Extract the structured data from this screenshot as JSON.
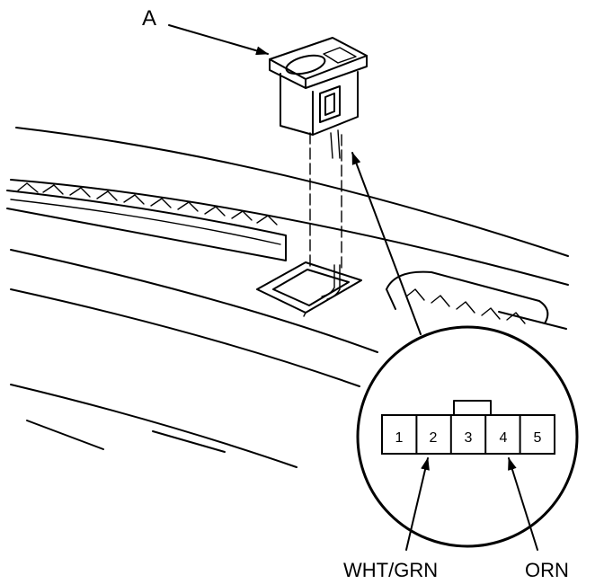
{
  "diagram": {
    "callout_label": "A",
    "connector_pins": [
      "1",
      "2",
      "3",
      "4",
      "5"
    ],
    "wire_labels": {
      "pin2": "WHT/GRN",
      "pin4": "ORN"
    },
    "colors": {
      "line": "#000000",
      "background": "#ffffff"
    }
  }
}
